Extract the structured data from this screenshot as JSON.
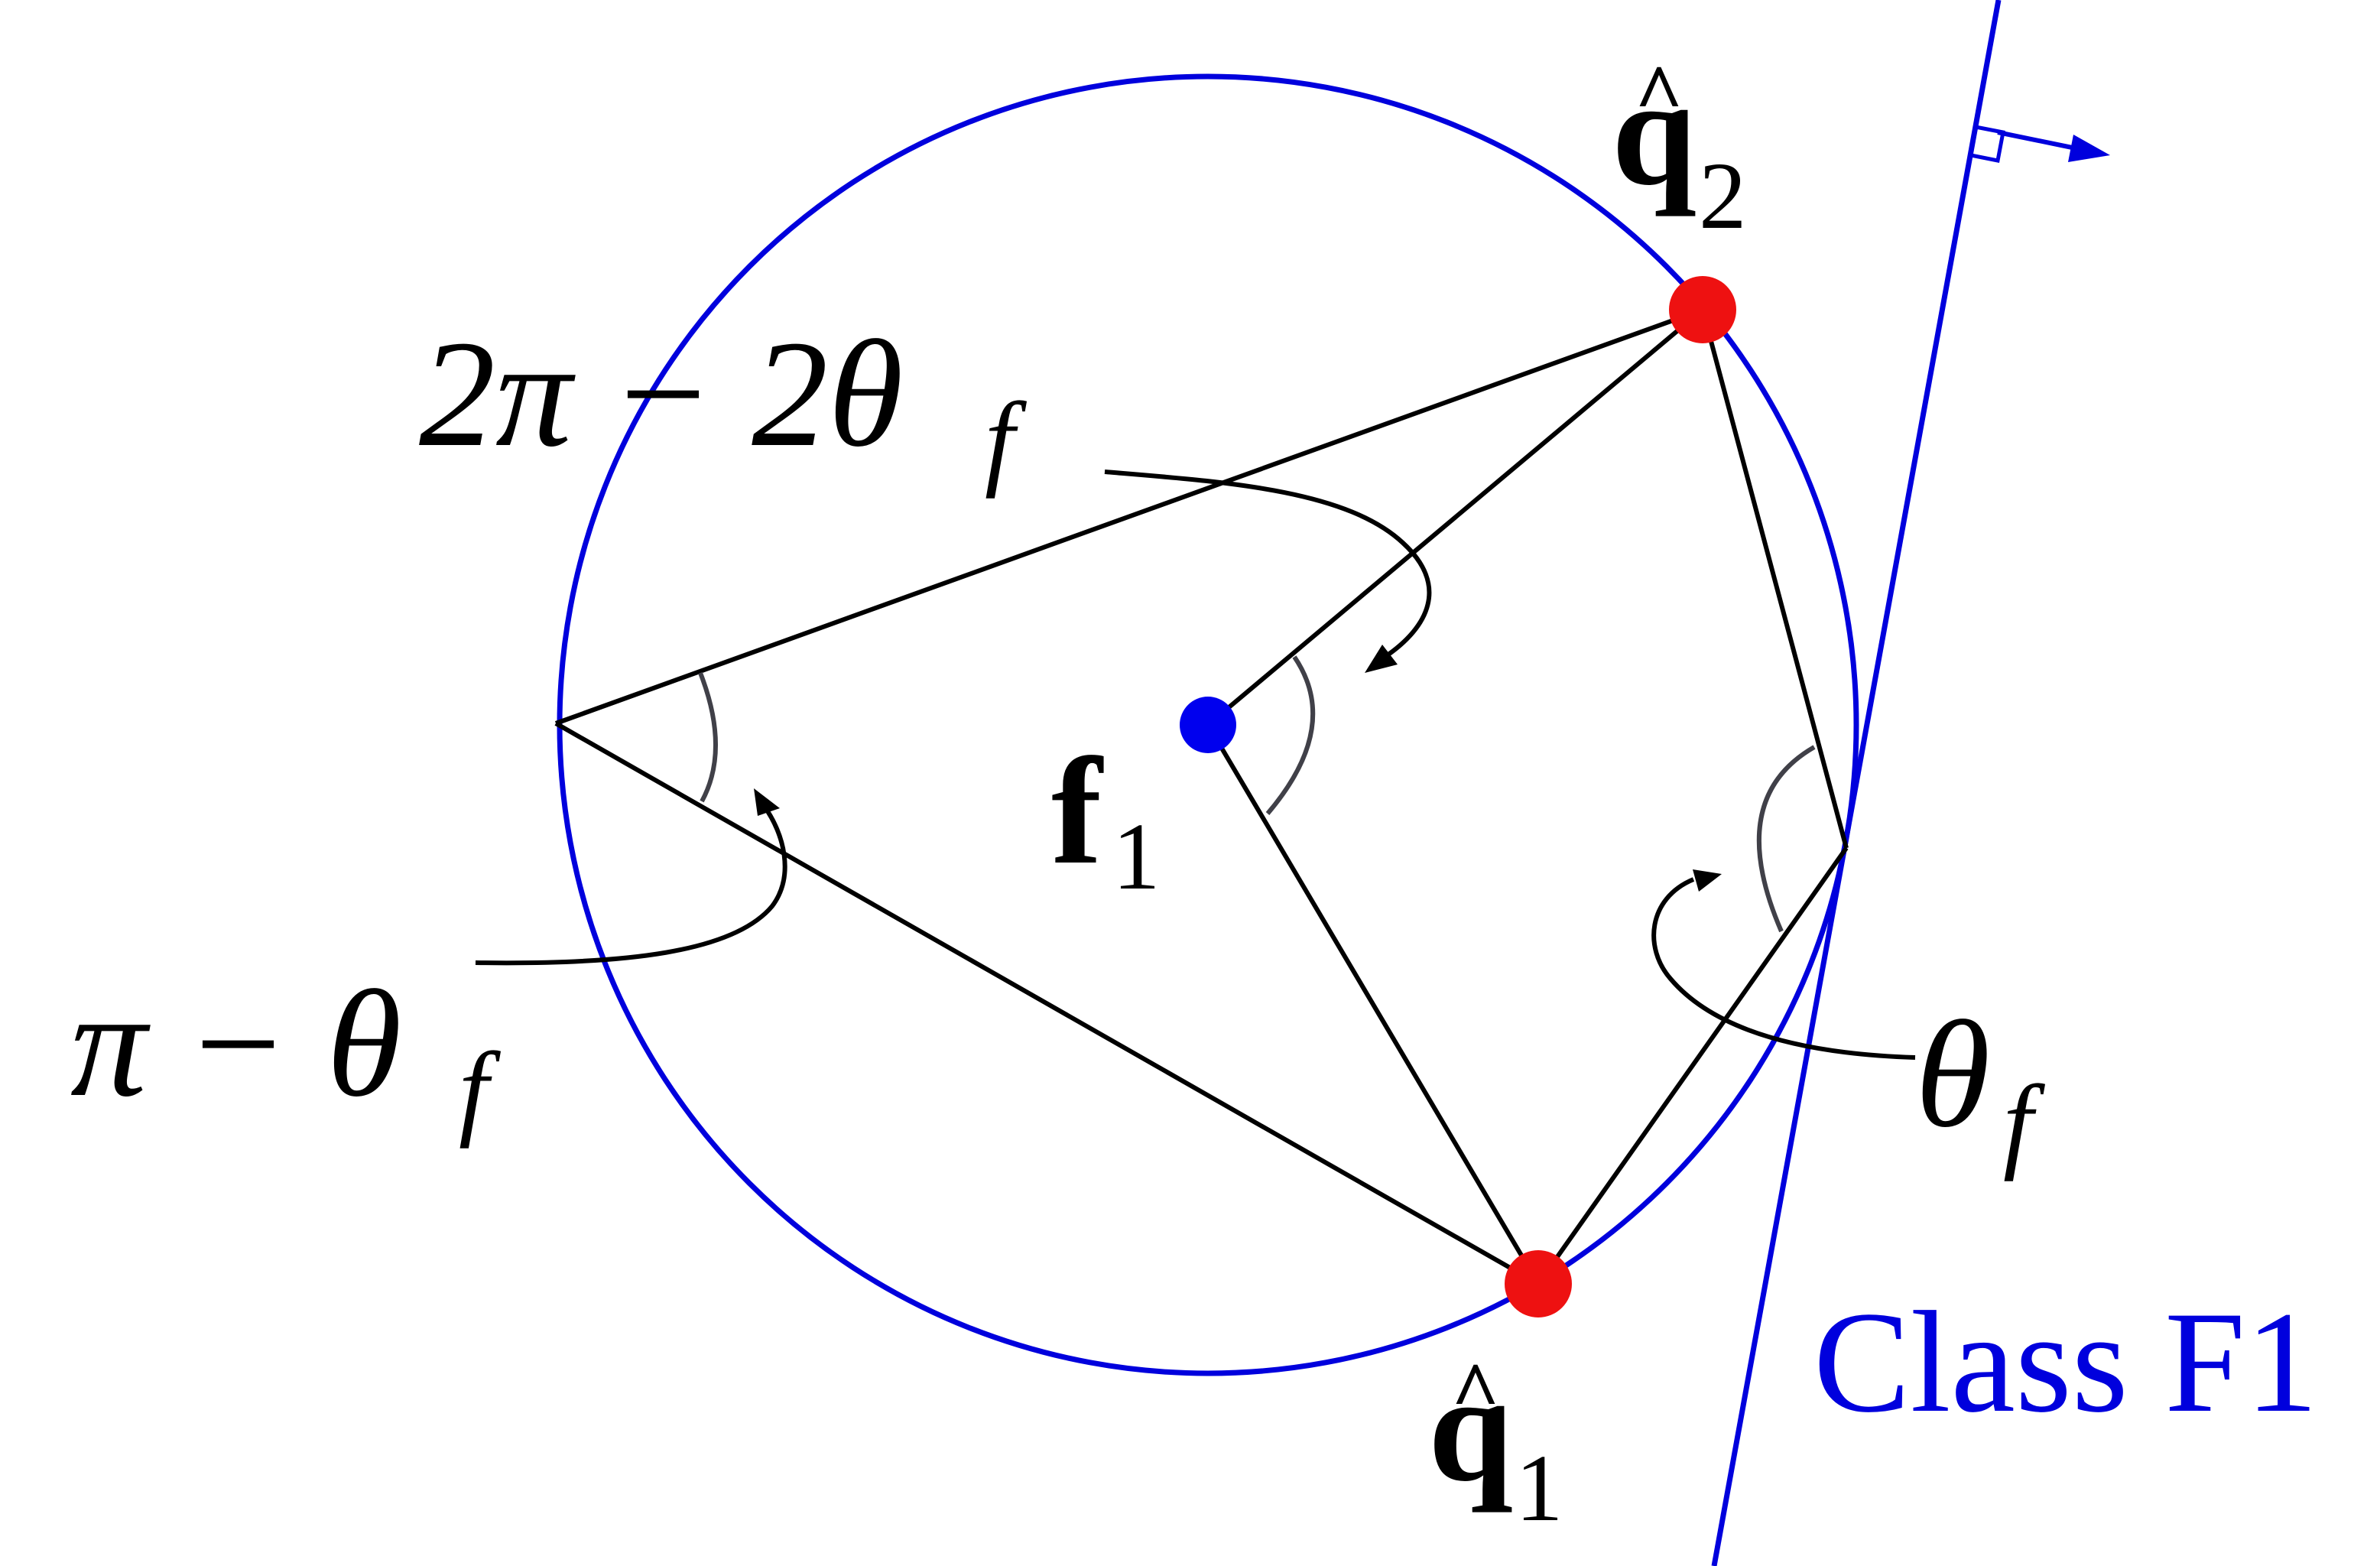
{
  "colors": {
    "circle": "#0000dd",
    "tangent_line": "#0000dd",
    "caption": "#0000dd",
    "center_point": "#0000ee",
    "q_points": "#ee1111",
    "lines": "#000000",
    "angle_arcs": "#404048"
  },
  "labels": {
    "q2": {
      "symbol": "q",
      "hat": "^",
      "subscript": "2"
    },
    "q1": {
      "symbol": "q",
      "hat": "^",
      "subscript": "1"
    },
    "f1": {
      "symbol": "f",
      "subscript": "1"
    },
    "angle_center": {
      "text": "2π − 2θ",
      "subscript": "f"
    },
    "angle_left": {
      "text": "π − θ",
      "subscript": "f"
    },
    "angle_right": {
      "text": "θ",
      "subscript": "f"
    },
    "caption": "Class F1"
  }
}
